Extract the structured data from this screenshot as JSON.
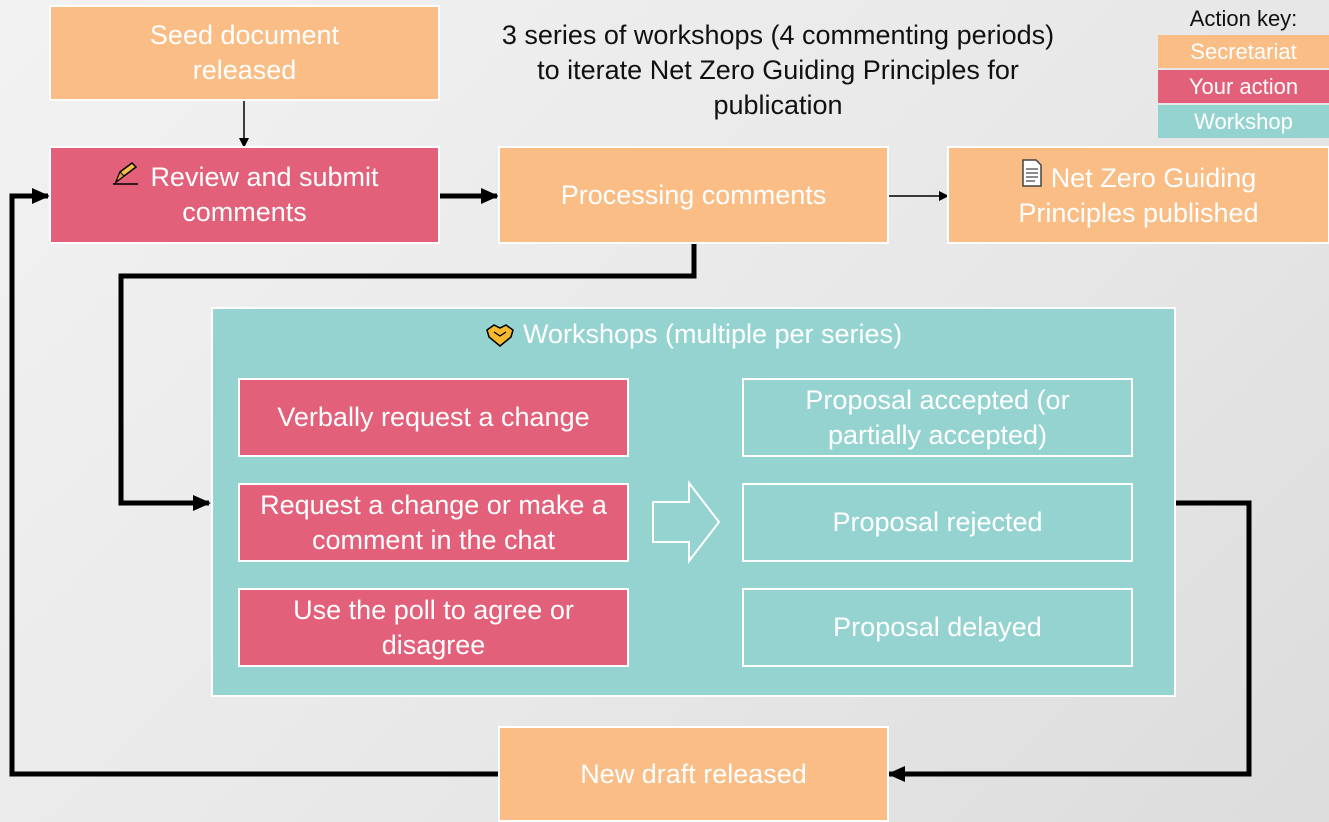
{
  "title": "3 series of workshops (4 commenting periods) to iterate Net Zero Guiding Principles for publication",
  "key": {
    "heading": "Action key:",
    "items": [
      {
        "label": "Secretariat",
        "color": "#fabd86"
      },
      {
        "label": "Your action",
        "color": "#e3607a"
      },
      {
        "label": "Workshop",
        "color": "#95d3d1"
      }
    ]
  },
  "nodes": {
    "seed": "Seed document released",
    "review": "Review and submit comments",
    "processing": "Processing comments",
    "published": "Net Zero Guiding Principles published",
    "new_draft": "New draft released"
  },
  "icons": {
    "review": "writing-hand-icon",
    "published": "document-icon",
    "workshops": "handshake-icon"
  },
  "workshops": {
    "title": "Workshops (multiple per series)",
    "actions": [
      "Verbally request a change",
      "Request a change or make a comment in the chat",
      "Use the poll to agree or disagree"
    ],
    "outcomes": [
      "Proposal accepted (or partially accepted)",
      "Proposal rejected",
      "Proposal delayed"
    ]
  },
  "colors": {
    "secretariat": "#fabd86",
    "your_action": "#e3607a",
    "workshop": "#95d3d1"
  }
}
